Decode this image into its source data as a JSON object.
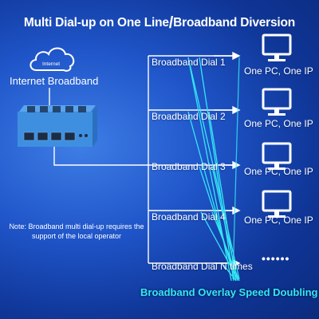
{
  "title": {
    "part1": "Multi Dial-up on One Line",
    "separator": "/",
    "part2": "Broadband Diversion"
  },
  "cloud": {
    "icon": "cloud-icon",
    "text": "Internet",
    "label": "Internet Broadband"
  },
  "router": {
    "icon": "mini-pc-router-icon"
  },
  "dials": [
    {
      "label": "Broadband Dial 1",
      "pc_label": "One PC, One IP"
    },
    {
      "label": "Broadband Dial 2",
      "pc_label": "One PC, One IP"
    },
    {
      "label": "Broadband Dial 3",
      "pc_label": "One PC, One IP"
    },
    {
      "label": "Broadband Dial 4",
      "pc_label": "One PC, One IP"
    },
    {
      "label": "Broadband Dial N times",
      "pc_label": ""
    }
  ],
  "more_indicator": "••••••",
  "note": "Note: Broadband multi dial-up requires the support of the local operator",
  "bottom_caption": "Broadband Overlay Speed Doubling",
  "colors": {
    "background": "#1f55c9",
    "line": "#ffffff",
    "converge_lines": "#35e6f5",
    "caption": "#35e6f5",
    "router_body": "#3f8fe0"
  }
}
